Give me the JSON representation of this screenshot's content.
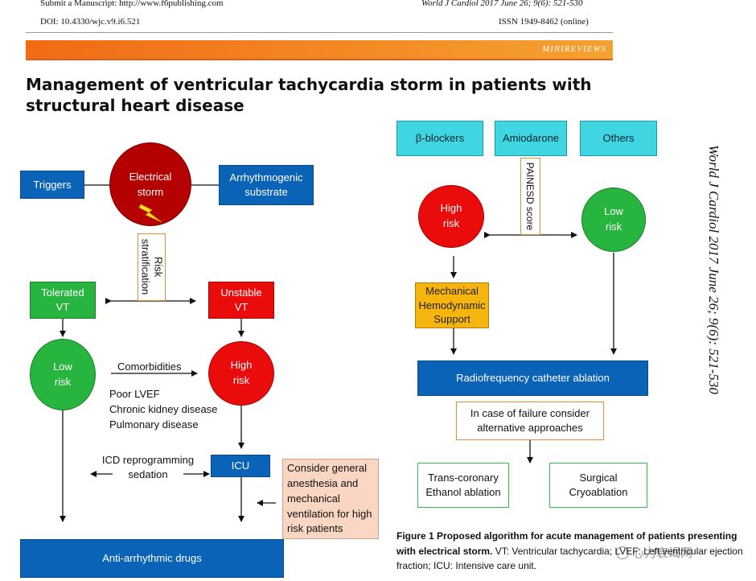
{
  "header": {
    "submit": "Submit a Manuscript: http://www.f6publishing.com",
    "doi": "DOI: 10.4330/wjc.v9.i6.521",
    "journal_line": "World J Cardiol 2017 June 26; 9(6): 521-530",
    "issn": "ISSN 1949-8462 (online)",
    "section": "MINIREVIEWS"
  },
  "title": "Management of ventricular tachycardia storm in patients with structural heart disease",
  "left": {
    "triggers": "Triggers",
    "storm": "Electrical\nstorm",
    "substrate": "Arrhythmogenic\nsubstrate",
    "risk_strat": "Risk\nstratification",
    "tolerated": "Tolerated\nVT",
    "unstable": "Unstable\nVT",
    "low_risk": "Low\nrisk",
    "high_risk": "High\nrisk",
    "comorbidities": "Comorbidities",
    "comorbidity_list": "Poor LVEF\nChronic kidney disease\nPulmonary disease",
    "icd": "ICD reprogramming\nsedation",
    "icu": "ICU",
    "anesthesia": "Consider general\nanesthesia and\nmechanical\nventilation for high\nrisk patients",
    "antiarrhythmic": "Anti-arrhythmic drugs"
  },
  "right": {
    "beta": "β-blockers",
    "amiodarone": "Amiodarone",
    "others": "Others",
    "painesd": "PAINESD score",
    "high_risk": "High\nrisk",
    "low_risk": "Low\nrisk",
    "mechanical": "Mechanical\nHemodynamic\nSupport",
    "ablation": "Radiofrequency catheter ablation",
    "failure": "In case of failure consider\nalternative approaches",
    "transcoronary": "Trans-coronary\nEthanol ablation",
    "cryo": "Surgical\nCryoablation"
  },
  "side_journal": "World J Cardiol 2017 June 26; 9(6): 521-530",
  "caption": {
    "label": "Figure 1",
    "bold_text": "Proposed algorithm for acute management of patients presenting with electrical storm.",
    "rest": "VT: Ventricular tachycardia; LVEF: Left ventricular ejection fraction; ICU: Intensive care unit."
  },
  "watermark": "心力衰竭网",
  "colors": {
    "blue": "#0b63b8",
    "cyan": "#3fd6e2",
    "green": "#28b53f",
    "red": "#ea0b0b",
    "dark_red": "#b40000",
    "yellow": "#f6b50e",
    "orange_bar": "#f07a1a",
    "peach": "#f8d6c3"
  }
}
